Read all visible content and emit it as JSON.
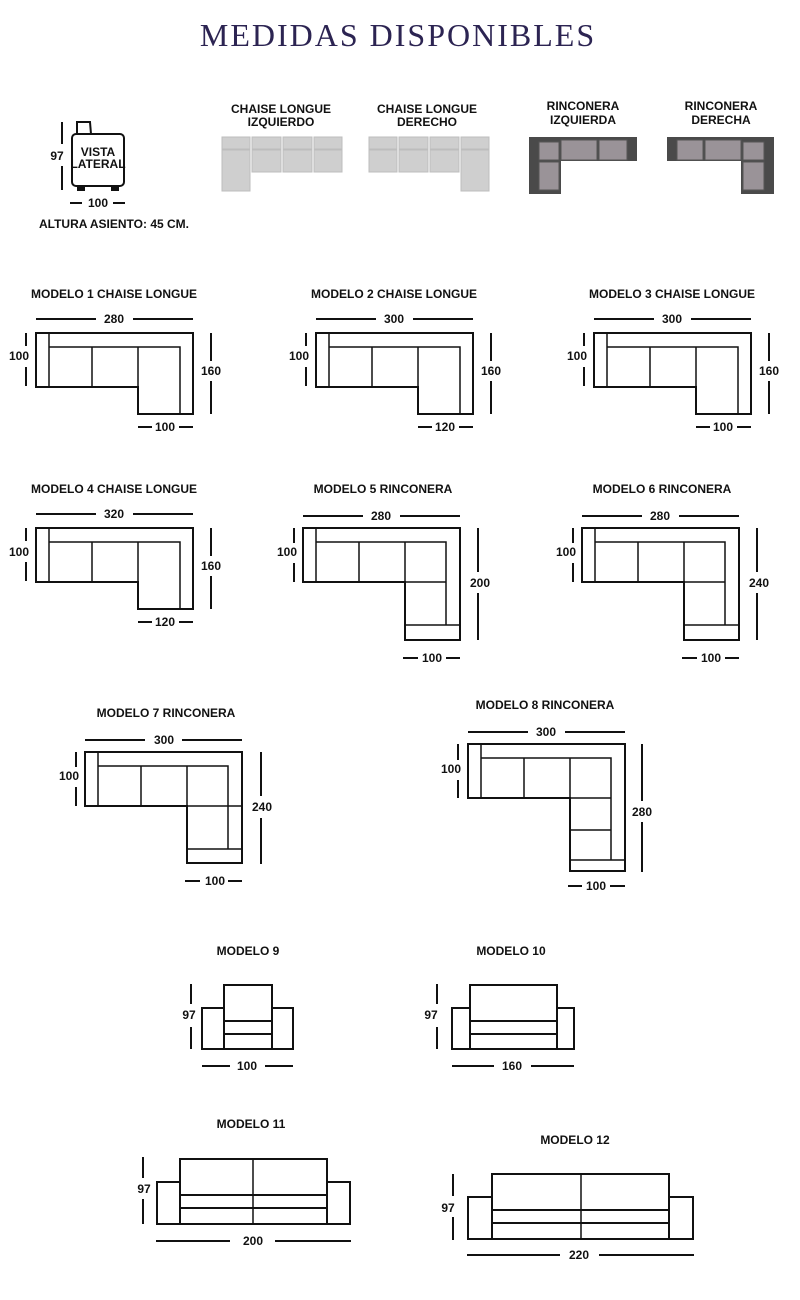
{
  "title": "MEDIDAS DISPONIBLES",
  "side_view": {
    "label_line1": "VISTA",
    "label_line2": "LATERAL",
    "height": "97",
    "width": "100",
    "seat_height": "ALTURA ASIENTO: 45 CM."
  },
  "legend": [
    {
      "id": "chaise-izq",
      "line1": "CHAISE LONGUE",
      "line2": "IZQUIERDO",
      "color": "#cfcfcf"
    },
    {
      "id": "chaise-der",
      "line1": "CHAISE LONGUE",
      "line2": "DERECHO",
      "color": "#cfcfcf"
    },
    {
      "id": "rinc-izq",
      "line1": "RINCONERA",
      "line2": "IZQUIERDA",
      "color": "#9a9398"
    },
    {
      "id": "rinc-der",
      "line1": "RINCONERA",
      "line2": "DERECHA",
      "color": "#9a9398"
    }
  ],
  "models": {
    "m1": {
      "name": "MODELO 1 CHAISE LONGUE",
      "width": "280",
      "depth": "100",
      "right": "160",
      "bottom": "100"
    },
    "m2": {
      "name": "MODELO 2 CHAISE LONGUE",
      "width": "300",
      "depth": "100",
      "right": "160",
      "bottom": "120"
    },
    "m3": {
      "name": "MODELO 3 CHAISE LONGUE",
      "width": "300",
      "depth": "100",
      "right": "160",
      "bottom": "100"
    },
    "m4": {
      "name": "MODELO 4 CHAISE LONGUE",
      "width": "320",
      "depth": "100",
      "right": "160",
      "bottom": "120"
    },
    "m5": {
      "name": "MODELO 5 RINCONERA",
      "width": "280",
      "depth": "100",
      "right": "200",
      "bottom": "100"
    },
    "m6": {
      "name": "MODELO 6 RINCONERA",
      "width": "280",
      "depth": "100",
      "right": "240",
      "bottom": "100"
    },
    "m7": {
      "name": "MODELO 7 RINCONERA",
      "width": "300",
      "depth": "100",
      "right": "240",
      "bottom": "100"
    },
    "m8": {
      "name": "MODELO 8 RINCONERA",
      "width": "300",
      "depth": "100",
      "right": "280",
      "bottom": "100"
    },
    "m9": {
      "name": "MODELO 9",
      "height": "97",
      "width": "100"
    },
    "m10": {
      "name": "MODELO 10",
      "height": "97",
      "width": "160"
    },
    "m11": {
      "name": "MODELO 11",
      "height": "97",
      "width": "200"
    },
    "m12": {
      "name": "MODELO 12",
      "height": "97",
      "width": "220"
    }
  }
}
